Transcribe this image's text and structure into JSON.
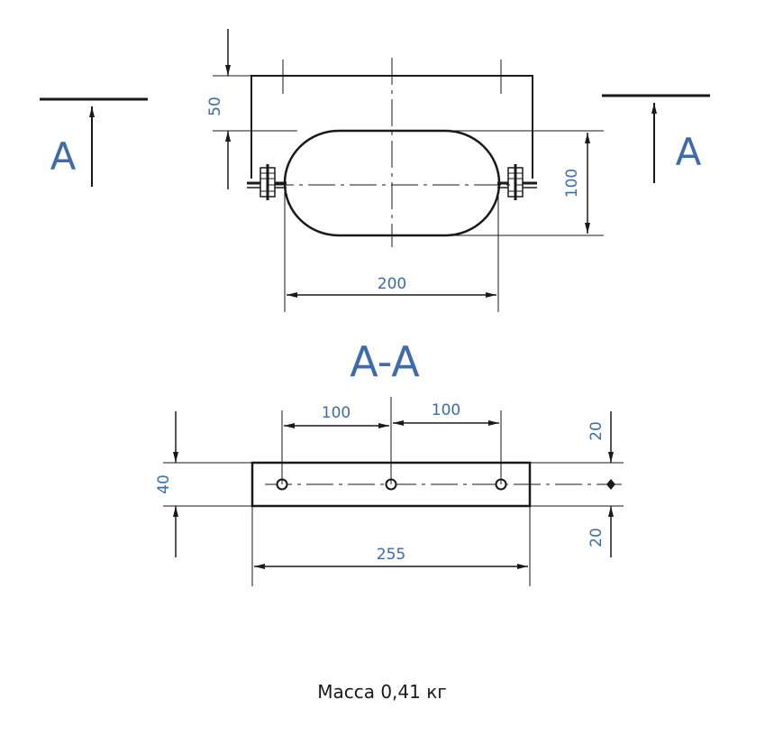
{
  "section_marks": {
    "left": "A",
    "right": "A"
  },
  "section_title": "A-A",
  "top_view": {
    "dim_height_top": "50",
    "dim_height_right": "100",
    "dim_width_bottom": "200"
  },
  "section_view": {
    "dim_spacing_left": "100",
    "dim_spacing_right": "100",
    "dim_height_left": "40",
    "dim_offset_top": "20",
    "dim_offset_bottom": "20",
    "dim_overall_width": "255"
  },
  "mass_label": "Масса 0,41 кг",
  "colors": {
    "dimension_text": "#3b6bb0",
    "line": "#1a1a1a"
  }
}
